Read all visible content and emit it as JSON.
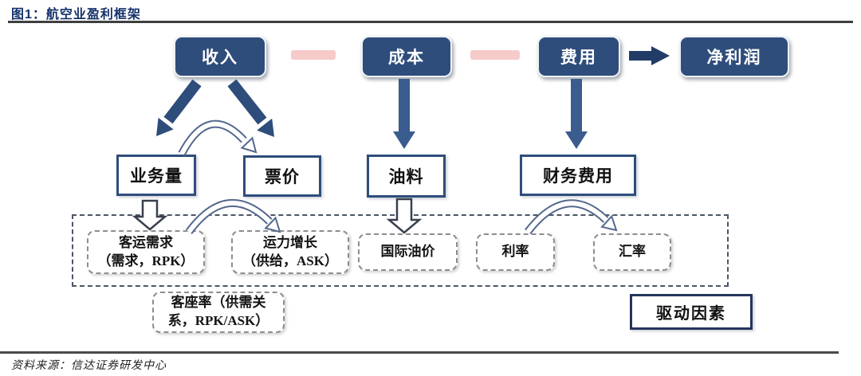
{
  "figure": {
    "title": "图1：航空业盈利框架",
    "source": "资料来源：信达证券研发中心"
  },
  "nodes": {
    "revenue": "收入",
    "cost": "成本",
    "expense": "费用",
    "net_profit": "净利润",
    "volume": "业务量",
    "ticket_price": "票价",
    "fuel": "油料",
    "financial_expense": "财务费用",
    "passenger_demand": {
      "line1": "客运需求",
      "line2": "（需求，RPK）"
    },
    "capacity_growth": {
      "line1": "运力增长",
      "line2": "（供给，ASK）"
    },
    "intl_oil_price": "国际油价",
    "interest_rate": "利率",
    "exchange_rate": "汇率",
    "load_factor": {
      "line1": "客座率（供需关",
      "line2": "系，RPK/ASK）"
    },
    "driving_factors": "驱动因素"
  },
  "edges": [
    {
      "from": "revenue",
      "op": "minus",
      "to": "cost"
    },
    {
      "from": "cost",
      "op": "minus",
      "to": "expense"
    },
    {
      "from": "expense",
      "op": "arrow",
      "to": "net_profit"
    },
    {
      "from": "revenue",
      "to": "volume"
    },
    {
      "from": "revenue",
      "to": "ticket_price"
    },
    {
      "from": "volume",
      "to": "ticket_price",
      "style": "curved"
    },
    {
      "from": "cost",
      "to": "fuel"
    },
    {
      "from": "expense",
      "to": "financial_expense"
    },
    {
      "from": "volume",
      "to": "passenger_demand"
    },
    {
      "from": "passenger_demand",
      "to": "capacity_growth",
      "style": "curved"
    },
    {
      "from": "fuel",
      "to": "intl_oil_price"
    },
    {
      "from": "interest_rate",
      "to": "exchange_rate",
      "style": "curved"
    }
  ],
  "colors": {
    "navy_box": "#2e4d7b",
    "minus_pink": "#f7caca",
    "solid_arrow": "#223c68",
    "vertical_arrow": "#3a5c8e",
    "curve_outline": "#54688c",
    "title_text": "#15316b",
    "dashed_container": "#4c5668"
  }
}
